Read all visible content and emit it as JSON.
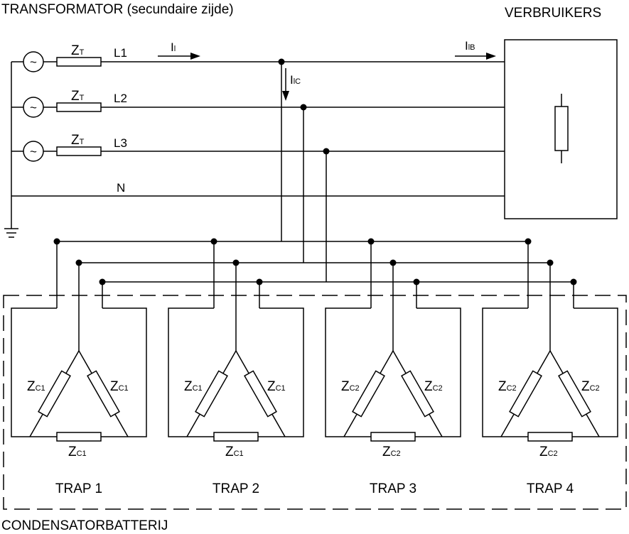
{
  "title_transformer": "TRANSFORMATOR (secundaire zijde)",
  "title_consumers": "VERBRUIKERS",
  "title_capacitor_bank": "CONDENSATORBATTERIJ",
  "lines": {
    "l1": "L1",
    "l2": "L2",
    "l3": "L3",
    "n": "N"
  },
  "source_symbol": "~",
  "transformer_impedance": {
    "main": "Z",
    "sub": "T"
  },
  "currents": {
    "i_l": {
      "main": "I",
      "sub": "l"
    },
    "i_lc": {
      "main": "I",
      "sub": "lC"
    },
    "i_lb": {
      "main": "I",
      "sub": "lB"
    }
  },
  "stages": [
    {
      "label": "TRAP 1",
      "impedance": {
        "main": "Z",
        "sub": "C1"
      }
    },
    {
      "label": "TRAP 2",
      "impedance": {
        "main": "Z",
        "sub": "C1"
      }
    },
    {
      "label": "TRAP 3",
      "impedance": {
        "main": "Z",
        "sub": "C2"
      }
    },
    {
      "label": "TRAP 4",
      "impedance": {
        "main": "Z",
        "sub": "C2"
      }
    }
  ]
}
